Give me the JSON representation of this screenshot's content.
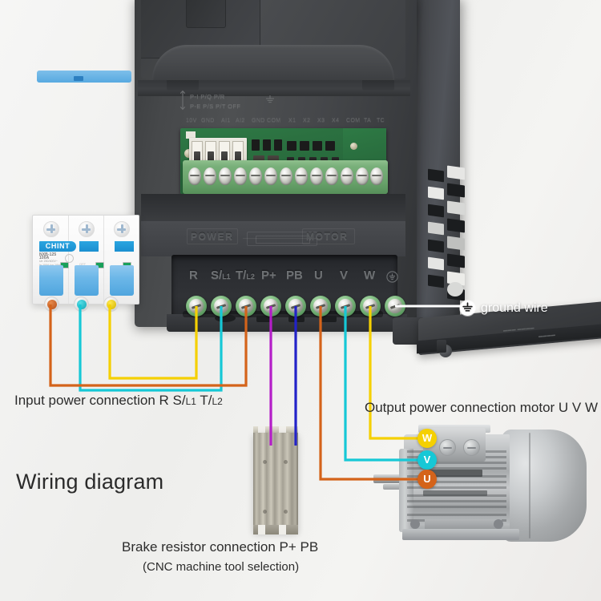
{
  "diagram": {
    "title": "Wiring diagram",
    "captions": {
      "input_power": "Input power connection R  S/",
      "input_power_sub1": "L1",
      "input_power_mid": " T/",
      "input_power_sub2": "L2",
      "output_power": "Output power connection motor U V W",
      "brake_line1": "Brake resistor connection  P+  PB",
      "brake_line2": "(CNC machine tool selection)",
      "ground_wire": "ground wire"
    }
  },
  "vfd": {
    "embossed": {
      "power": "POWER",
      "motor": "MOTOR"
    },
    "warning_lines": [
      "P-I  P/Q  P/R",
      "P-E  P/S  P/T   OFF"
    ],
    "control_terminal_labels": [
      "10V",
      "GND",
      "AI1",
      "AI2",
      "GND",
      "COM",
      "X1",
      "X2",
      "X3",
      "X4",
      "COM",
      "TA",
      "TC"
    ],
    "power_terminals": [
      {
        "label": "R",
        "sub": "",
        "wire_color": "#f5d000",
        "name": "terminal-r"
      },
      {
        "label": "S/",
        "sub": "L1",
        "wire_color": "#16c8d6",
        "name": "terminal-s-l1"
      },
      {
        "label": "T/",
        "sub": "L2",
        "wire_color": "#d4631a",
        "name": "terminal-t-l2"
      },
      {
        "label": "P+",
        "sub": "",
        "wire_color": "#b41ec8",
        "name": "terminal-p-plus"
      },
      {
        "label": "PB",
        "sub": "",
        "wire_color": "#2222c8",
        "name": "terminal-pb"
      },
      {
        "label": "U",
        "sub": "",
        "wire_color": "#d4631a",
        "name": "terminal-u"
      },
      {
        "label": "V",
        "sub": "",
        "wire_color": "#16c8d6",
        "name": "terminal-v"
      },
      {
        "label": "W",
        "sub": "",
        "wire_color": "#f5d000",
        "name": "terminal-w"
      },
      {
        "label": "",
        "sub": "",
        "wire_color": "#ffffff",
        "name": "terminal-pe-ground"
      }
    ]
  },
  "breaker": {
    "brand": "CHINT",
    "model": "NXB-125",
    "rating": "100A",
    "spec_lines": [
      "Ue  230/400V~",
      "In  100A  Icn 10kA",
      "Ics 6kA  Ui 500V",
      "IEC60947-2  C 100"
    ],
    "poles": 3
  },
  "motor": {
    "terminal_badges": [
      {
        "label": "W",
        "color": "#f5d000",
        "text": "#ffffff"
      },
      {
        "label": "V",
        "color": "#16c8d6",
        "text": "#ffffff"
      },
      {
        "label": "U",
        "color": "#d4631a",
        "text": "#ffffff"
      }
    ]
  },
  "colors": {
    "yellow": "#f5d000",
    "cyan": "#16c8d6",
    "orange": "#d4631a",
    "magenta": "#b41ec8",
    "blue": "#2222c8",
    "white": "#ffffff",
    "background": "#f2f2f0",
    "body_dark": "#45474a",
    "pcb_green": "#2b7040",
    "breaker_blue": "#2aa5e0"
  }
}
